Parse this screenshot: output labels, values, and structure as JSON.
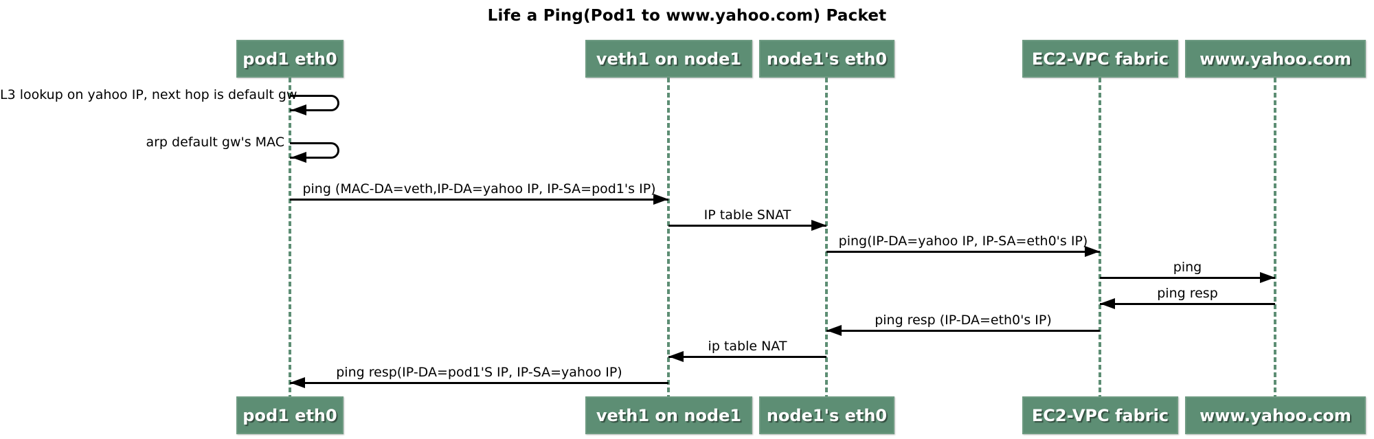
{
  "title": "Life a Ping(Pod1 to www.yahoo.com) Packet",
  "diagram_type": "sequence-diagram",
  "actors": [
    {
      "label": "pod1 eth0"
    },
    {
      "label": "veth1 on node1"
    },
    {
      "label": "node1's eth0"
    },
    {
      "label": "EC2-VPC fabric"
    },
    {
      "label": "www.yahoo.com"
    }
  ],
  "self_messages": [
    {
      "actor": "pod1 eth0",
      "label": "L3 lookup on yahoo IP, next hop is default gw"
    },
    {
      "actor": "pod1 eth0",
      "label": "arp default gw's MAC"
    }
  ],
  "messages": [
    {
      "from": "pod1 eth0",
      "to": "veth1 on node1",
      "direction": "right",
      "label": "ping (MAC-DA=veth,IP-DA=yahoo IP, IP-SA=pod1's IP)"
    },
    {
      "from": "veth1 on node1",
      "to": "node1's eth0",
      "direction": "right",
      "label": "IP table SNAT"
    },
    {
      "from": "node1's eth0",
      "to": "EC2-VPC fabric",
      "direction": "right",
      "label": "ping(IP-DA=yahoo IP, IP-SA=eth0's IP)"
    },
    {
      "from": "EC2-VPC fabric",
      "to": "www.yahoo.com",
      "direction": "right",
      "label": "ping"
    },
    {
      "from": "www.yahoo.com",
      "to": "EC2-VPC fabric",
      "direction": "left",
      "label": "ping resp"
    },
    {
      "from": "EC2-VPC fabric",
      "to": "node1's eth0",
      "direction": "left",
      "label": "ping resp (IP-DA=eth0's IP)"
    },
    {
      "from": "node1's eth0",
      "to": "veth1 on node1",
      "direction": "left",
      "label": "ip table NAT"
    },
    {
      "from": "veth1 on node1",
      "to": "pod1 eth0",
      "direction": "left",
      "label": "ping resp(IP-DA=pod1'S IP, IP-SA=yahoo IP)"
    }
  ],
  "colors": {
    "actor_fill": "#5d8e74",
    "actor_border": "#6d9a81",
    "actor_text": "#ffffff",
    "lifeline": "#5d8e74",
    "arrow": "#000000",
    "message_text": "#000000",
    "background": "#ffffff"
  }
}
